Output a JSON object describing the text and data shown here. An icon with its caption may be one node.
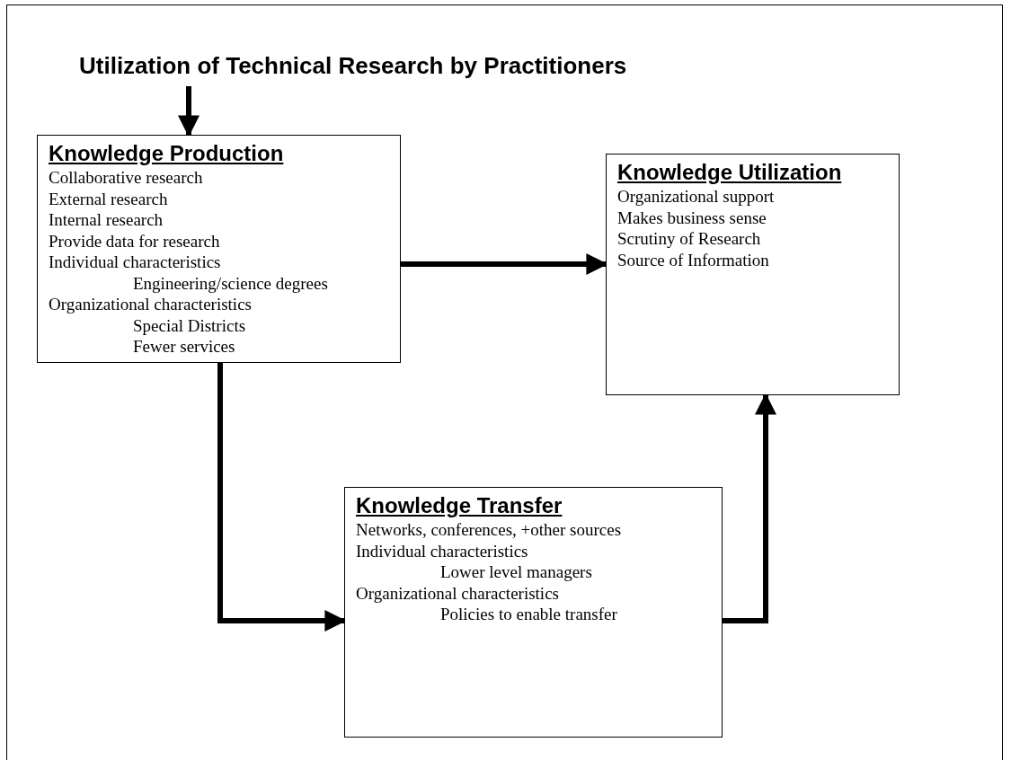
{
  "diagram": {
    "nodes": [
      {
        "text": [
          "Utilization of Technical Research by Practitioners"
        ]
      },
      {
        "text": [
          "Knowledge Production",
          "Collaborative research",
          "External research",
          "Internal research",
          "Provide data for research",
          "Individual characteristics",
          "Engineering/science degrees",
          "Organizational characteristics",
          "Special Districts",
          "Fewer services"
        ]
      },
      {
        "text": [
          "Knowledge Utilization",
          "Organizational support",
          "Makes business sense",
          "Scrutiny of Research",
          "Source of Information"
        ]
      },
      {
        "text": [
          "Knowledge Transfer",
          "Networks, conferences, +other sources",
          "Individual characteristics",
          "Lower level managers",
          "Organizational characteristics",
          "Policies to enable transfer"
        ]
      }
    ],
    "edges": [
      {
        "from": 0,
        "to": 1,
        "arrow": "to"
      },
      {
        "from": 1,
        "to": 2,
        "arrow": "to"
      },
      {
        "from": 1,
        "to": 3,
        "arrow": "to"
      },
      {
        "from": 3,
        "to": 2,
        "arrow": "to"
      }
    ]
  }
}
